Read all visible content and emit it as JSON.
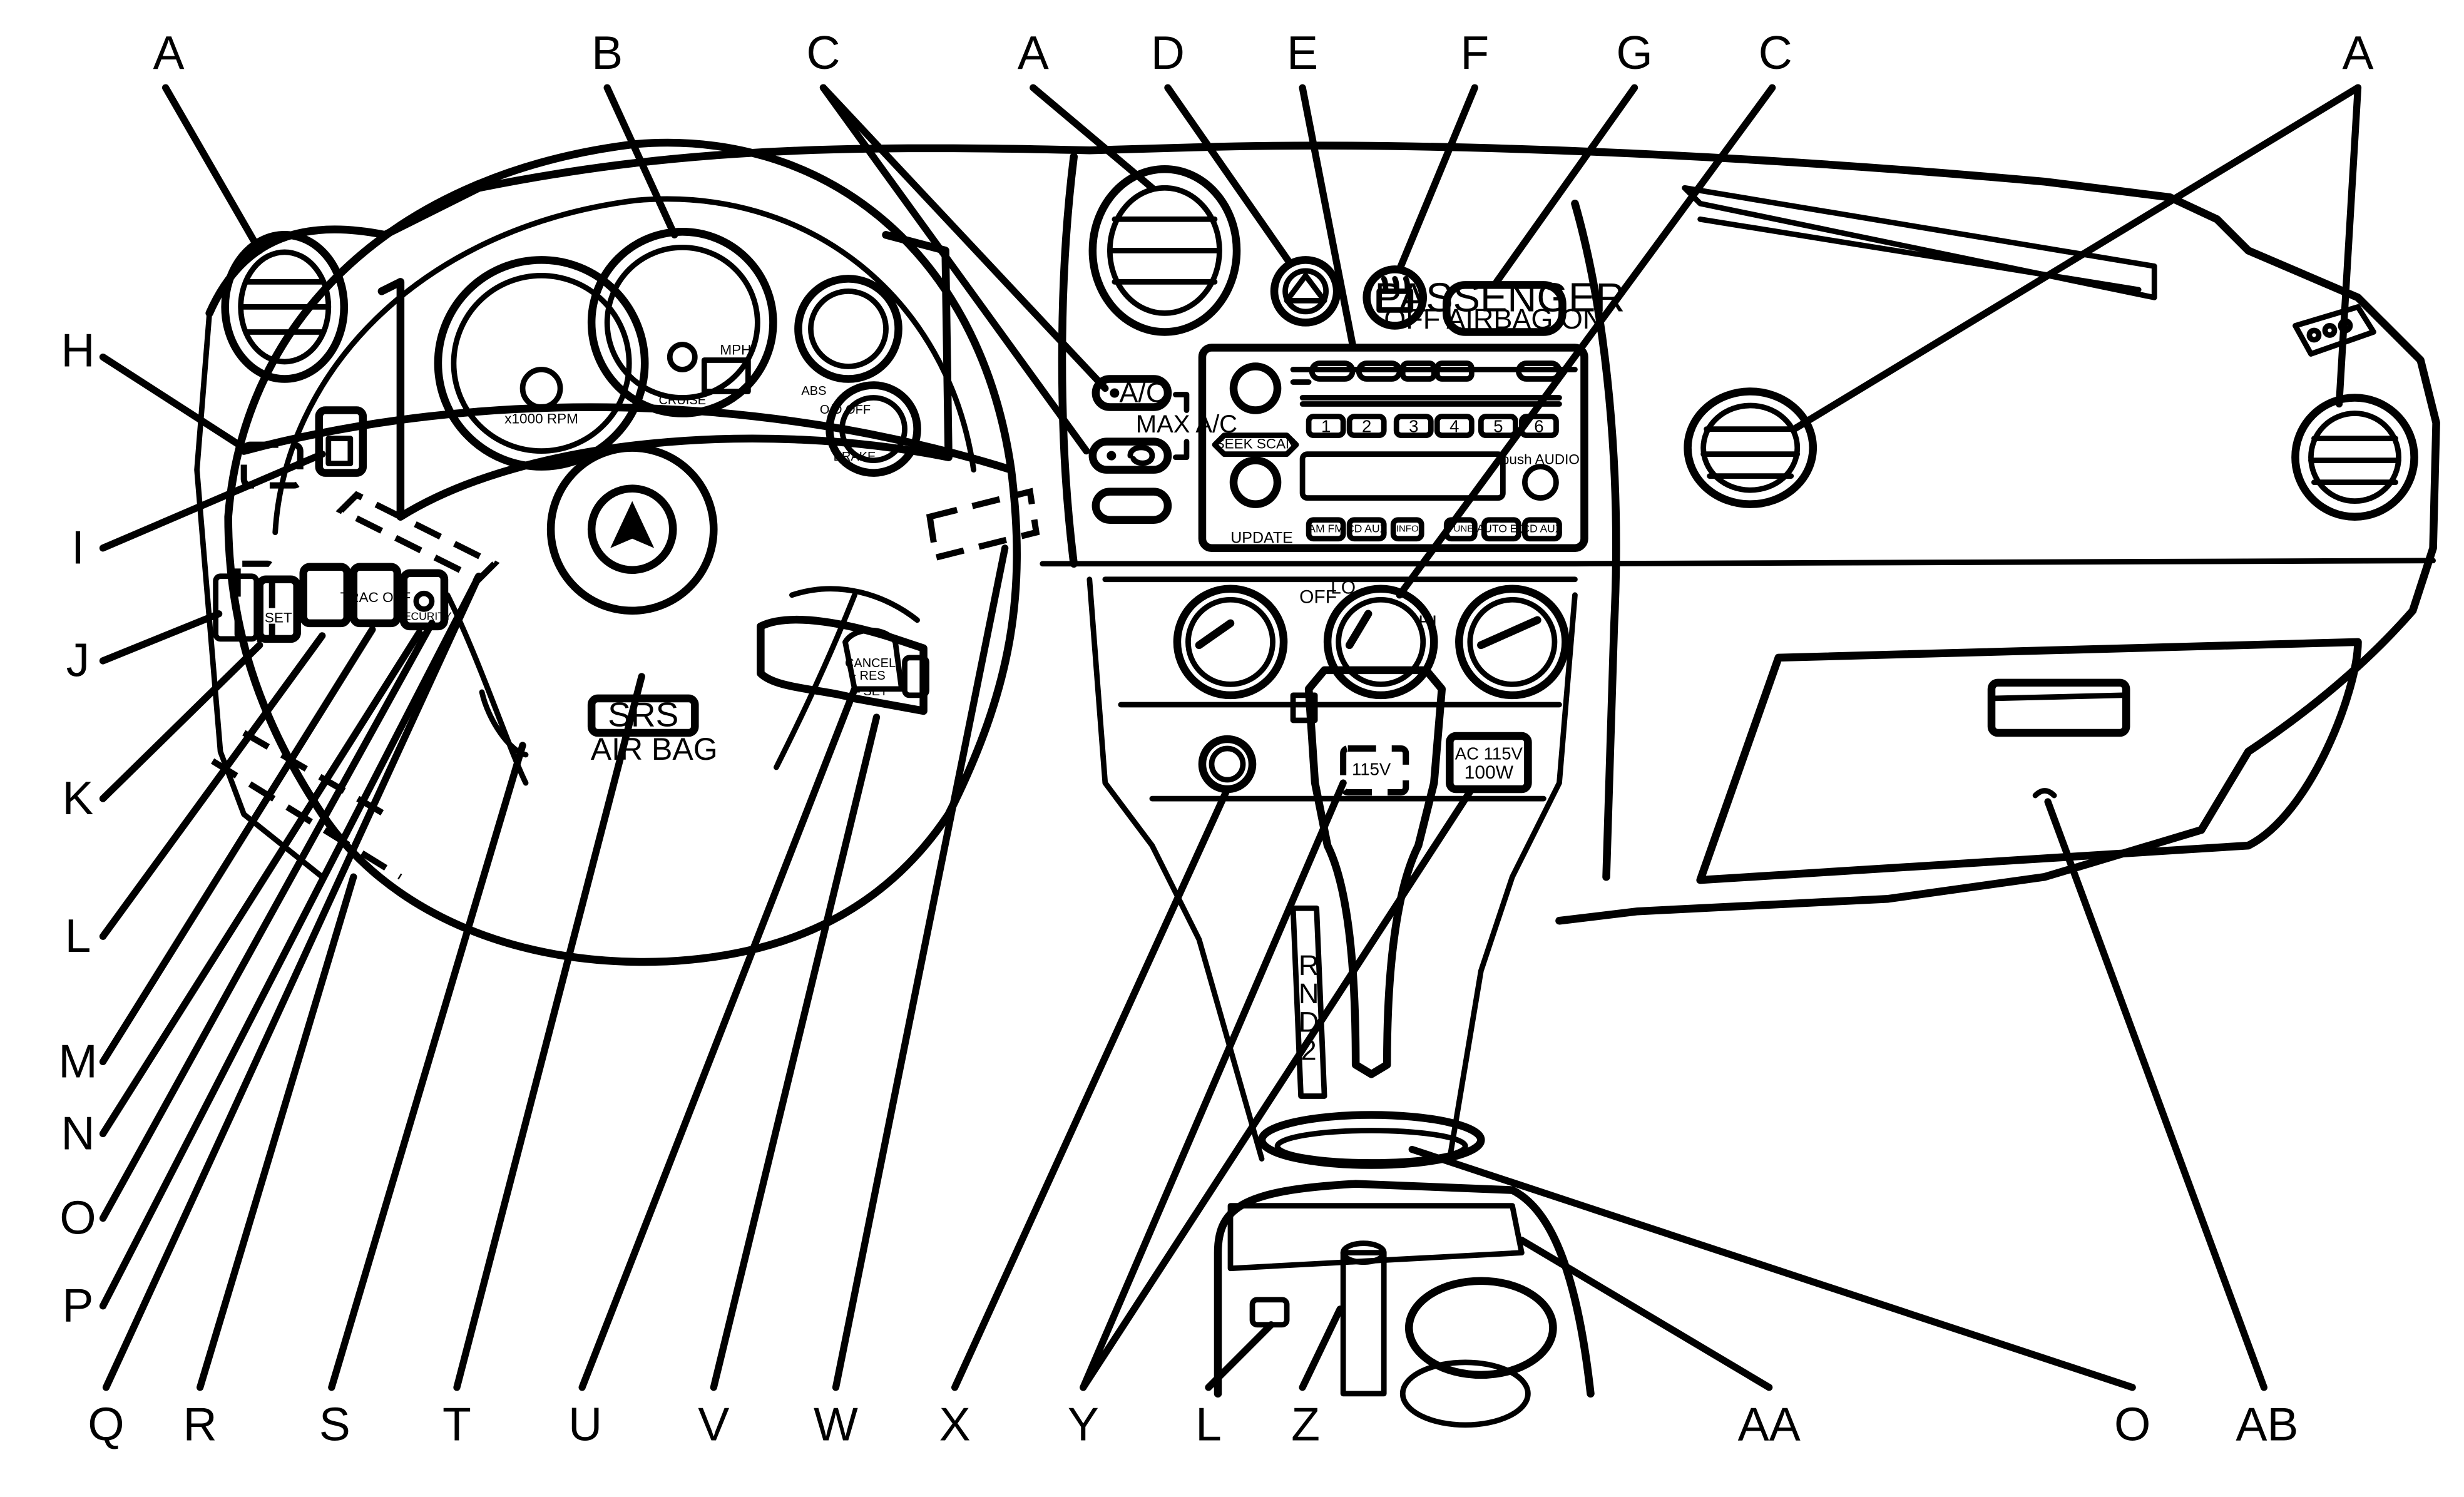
{
  "callouts": {
    "top": [
      "A",
      "B",
      "C",
      "A",
      "D",
      "E",
      "F",
      "G",
      "C",
      "A"
    ],
    "left": [
      "H",
      "I",
      "J",
      "K",
      "L",
      "M",
      "N",
      "O",
      "P"
    ],
    "bottom": [
      "Q",
      "R",
      "S",
      "T",
      "U",
      "V",
      "W",
      "X",
      "Y",
      "L",
      "Z",
      "AA",
      "O",
      "AB"
    ]
  },
  "parts": {
    "airbag_main": "SRS",
    "airbag_sub": "AIR BAG",
    "ac_button": "A/C",
    "max_ac": "MAX A/C",
    "passenger_airbag_title": "PASSENGER",
    "passenger_airbag_status": "OFF  AIRBAG  ON",
    "trac_off": "TRAC OFF",
    "security": "SECURITY",
    "set": "SET",
    "outlet_power_line1": "AC 115V",
    "outlet_power_line2": "100W",
    "outlet_voltage": "115V",
    "gear_r": "R",
    "gear_n": "N",
    "gear_d": "D",
    "gear_2": "2",
    "fan_off": "OFF",
    "fan_lo": "LO",
    "fan_hi": "HI",
    "tach_units": "x1000 RPM",
    "speedo_units": "MPH",
    "cruise_label": "CRUISE",
    "od_off": "O/D OFF",
    "brake_label": "BRAKE",
    "abs_label": "ABS",
    "cancel_label": "CANCEL",
    "res_label": "+ RES",
    "set_minus": "– SET",
    "radio": {
      "seek_scan": "SEEK SCAN",
      "update": "UPDATE",
      "push_audio": "push AUDIO",
      "preset1": "1",
      "preset2": "2",
      "preset3": "3",
      "preset4": "4",
      "preset5": "5",
      "preset6": "6",
      "am_fm": "AM FM",
      "cd_aux": "CD AUX",
      "info": "INFO",
      "tune": "TUNE",
      "auto_eq": "AUTO EQ",
      "cd_aux2": "CD AUX"
    }
  }
}
